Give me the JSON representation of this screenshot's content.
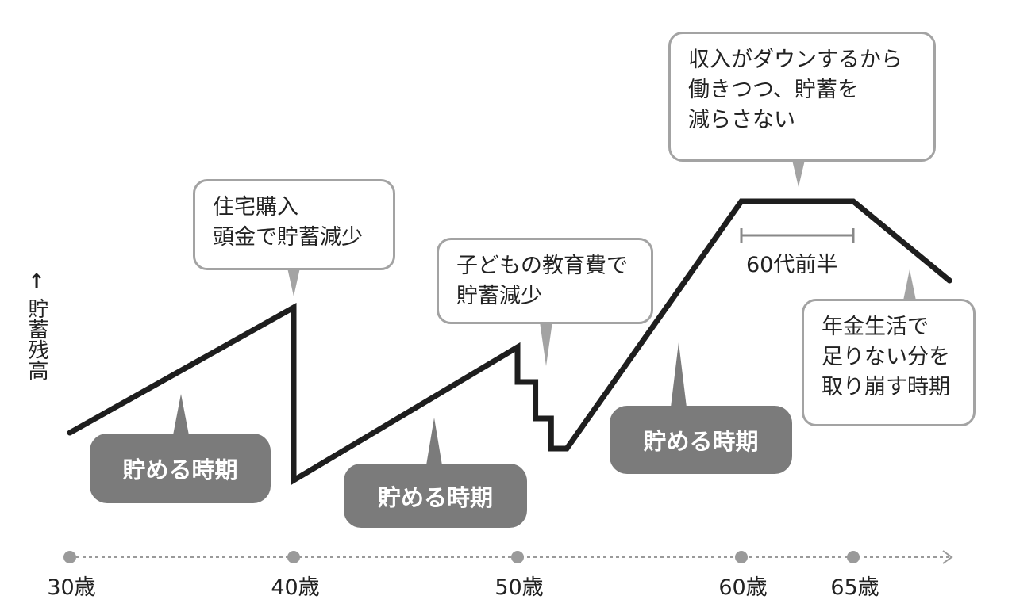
{
  "chart_data": {
    "type": "line",
    "title": "",
    "ylabel": "貯蓄残高",
    "y_arrow": "↑",
    "xlabel": "",
    "x_ticks": [
      30,
      40,
      50,
      60,
      65
    ],
    "x_tick_labels": [
      "30歳",
      "40歳",
      "50歳",
      "60歳",
      "65歳"
    ],
    "xlim": [
      30,
      70
    ],
    "ylim": [
      0,
      110
    ],
    "series": [
      {
        "name": "貯蓄残高",
        "points": [
          [
            30,
            26
          ],
          [
            40,
            65.5
          ],
          [
            40,
            11
          ],
          [
            50,
            53
          ],
          [
            50,
            42
          ],
          [
            50.8,
            42
          ],
          [
            50.8,
            30.5
          ],
          [
            51.5,
            30.5
          ],
          [
            51.5,
            21
          ],
          [
            52.2,
            21
          ],
          [
            60,
            99
          ],
          [
            65,
            99
          ],
          [
            69.3,
            74
          ]
        ]
      }
    ],
    "range_annotation": {
      "from": 60,
      "to": 65,
      "label": "60代前半"
    },
    "callouts": [
      {
        "text": "住宅購入\n頭金で貯蓄減少"
      },
      {
        "text": "子どもの教育費で\n貯蓄減少"
      },
      {
        "text": "収入がダウンするから\n働きつつ、貯蓄を\n減らさない"
      },
      {
        "text": "年金生活で\n足りない分を\n取り崩す時期"
      }
    ],
    "phases": [
      {
        "text": "貯める時期"
      },
      {
        "text": "貯める時期"
      },
      {
        "text": "貯める時期"
      }
    ],
    "colors": {
      "line": "#1e1e1e",
      "pill": "#7b7b7b",
      "callout_border": "#a3a3a3",
      "axis": "#9a9a9a"
    }
  }
}
